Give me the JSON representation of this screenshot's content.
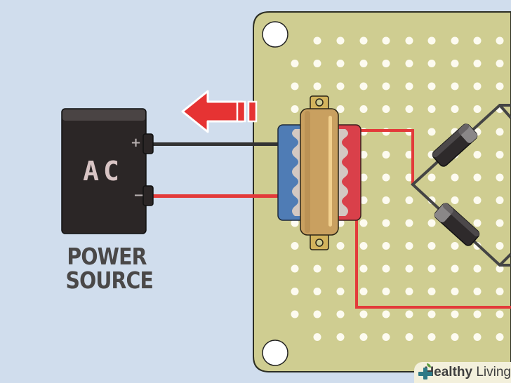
{
  "power_source": {
    "label_line1": "POWER",
    "label_line2": "SOURCE",
    "type_text": "AC",
    "terminal_positive": "+",
    "terminal_negative": "−"
  },
  "watermark": {
    "brand_bold": "Healthy",
    "brand_regular": " Living"
  },
  "colors": {
    "background": "#d0dded",
    "board": "#cfcd91",
    "board_hole": "#fdfbf0",
    "wire_red": "#e33a3a",
    "wire_black": "#333333",
    "arrow": "#e63333",
    "coil_blue": "#4f7cb5",
    "coil_red": "#d9404a",
    "core": "#c9a060",
    "diode": "#2e2a2b"
  },
  "icons": {
    "arrow": "arrow-left-icon",
    "watermark": "plus-leaf-icon"
  }
}
